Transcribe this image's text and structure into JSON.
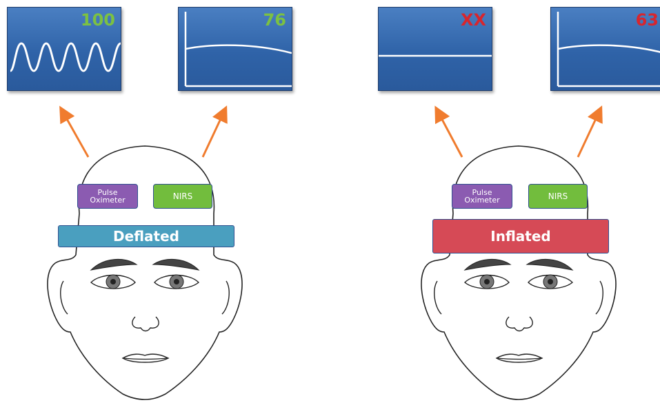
{
  "colors": {
    "monitor_good_value": "#7cc142",
    "monitor_bad_value": "#d7262e",
    "arrow": "#f07c2e",
    "band_deflated": "#4a9fbf",
    "band_inflated": "#d64a56",
    "pulse_sensor": "#8b5bb1",
    "nirs_sensor": "#72bd3d"
  },
  "left_panel": {
    "pulse_monitor": {
      "value": "100",
      "trace": "sine-wave-pulse"
    },
    "nirs_monitor": {
      "value": "76",
      "trace": "flat-curve"
    },
    "sensors": {
      "pulse_label": "Pulse\nOximeter",
      "nirs_label": "NIRS"
    },
    "band_label": "Deflated"
  },
  "right_panel": {
    "pulse_monitor": {
      "value": "XX",
      "trace": "flat-line-no-pulse"
    },
    "nirs_monitor": {
      "value": "63",
      "trace": "flat-curve"
    },
    "sensors": {
      "pulse_label": "Pulse\nOximeter",
      "nirs_label": "NIRS"
    },
    "band_label": "Inflated"
  }
}
